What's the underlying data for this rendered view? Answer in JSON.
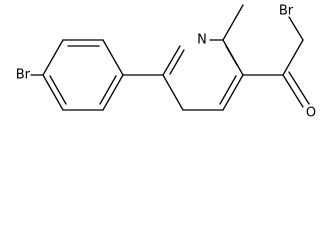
{
  "molecule": {
    "atoms": {
      "br_aryl": "Br",
      "n_ring": "N",
      "br_alkyl": "Br",
      "o_carbonyl": "O"
    }
  }
}
